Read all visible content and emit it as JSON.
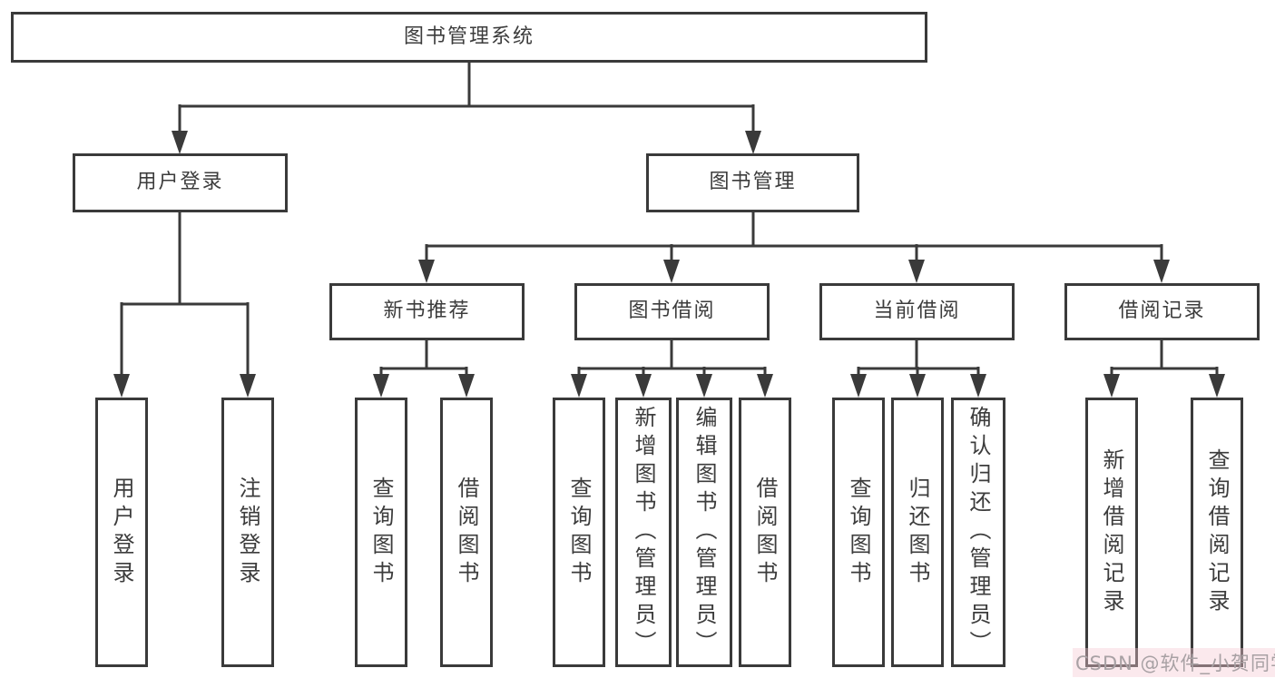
{
  "diagram": {
    "title": "图书管理系统",
    "branches": {
      "user_login": {
        "label": "用户登录",
        "children": [
          "用户登录",
          "注销登录"
        ]
      },
      "book_management": {
        "label": "图书管理",
        "sections": [
          {
            "label": "新书推荐",
            "children": [
              "查询图书",
              "借阅图书"
            ]
          },
          {
            "label": "图书借阅",
            "children": [
              "查询图书",
              "新增图书（管理员）",
              "编辑图书（管理员）",
              "借阅图书"
            ]
          },
          {
            "label": "当前借阅",
            "children": [
              "查询图书",
              "归还图书",
              "确认归还（管理员）"
            ]
          },
          {
            "label": "借阅记录",
            "children": [
              "新增借阅记录",
              "查询借阅记录"
            ]
          }
        ]
      }
    }
  },
  "watermark": {
    "text": "CSDN @软件_小贺同学"
  },
  "colors": {
    "line": "#3a3a3a",
    "box_border": "#3a3a3a",
    "text": "#3c3c3c",
    "background": "#ffffff",
    "watermark_text": "#a8a1a4",
    "watermark_bg": "#f4c7d1"
  }
}
